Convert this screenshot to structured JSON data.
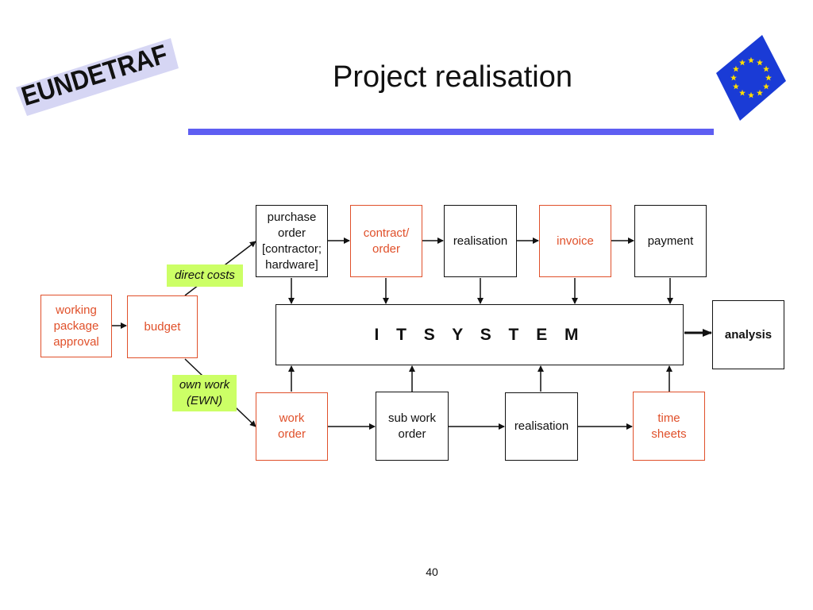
{
  "slide": {
    "title": "Project realisation",
    "page_number": "40",
    "logo_text": "EUNDETRAF",
    "flag_icon": "eu-flag-icon",
    "colors": {
      "accent_bar": "#5e5ef2",
      "red_text": "#e0502a",
      "label_bg": "#ccff66",
      "flag_blue": "#1a3bd6",
      "flag_star": "#ffdd00"
    }
  },
  "diagram": {
    "working_package_approval": "working\npackage\napproval",
    "budget": "budget",
    "direct_costs": "direct costs",
    "own_work": "own work\n(EWN)",
    "top_row": {
      "purchase_order": "purchase\norder\n[contractor;\nhardware]",
      "contract_order": "contract/\norder",
      "realisation": "realisation",
      "invoice": "invoice",
      "payment": "payment"
    },
    "it_system": "I T   S Y S T E M",
    "analysis": "analysis",
    "bottom_row": {
      "work_order": "work\norder",
      "sub_work_order": "sub work\norder",
      "realisation": "realisation",
      "time_sheets": "time\nsheets"
    }
  }
}
